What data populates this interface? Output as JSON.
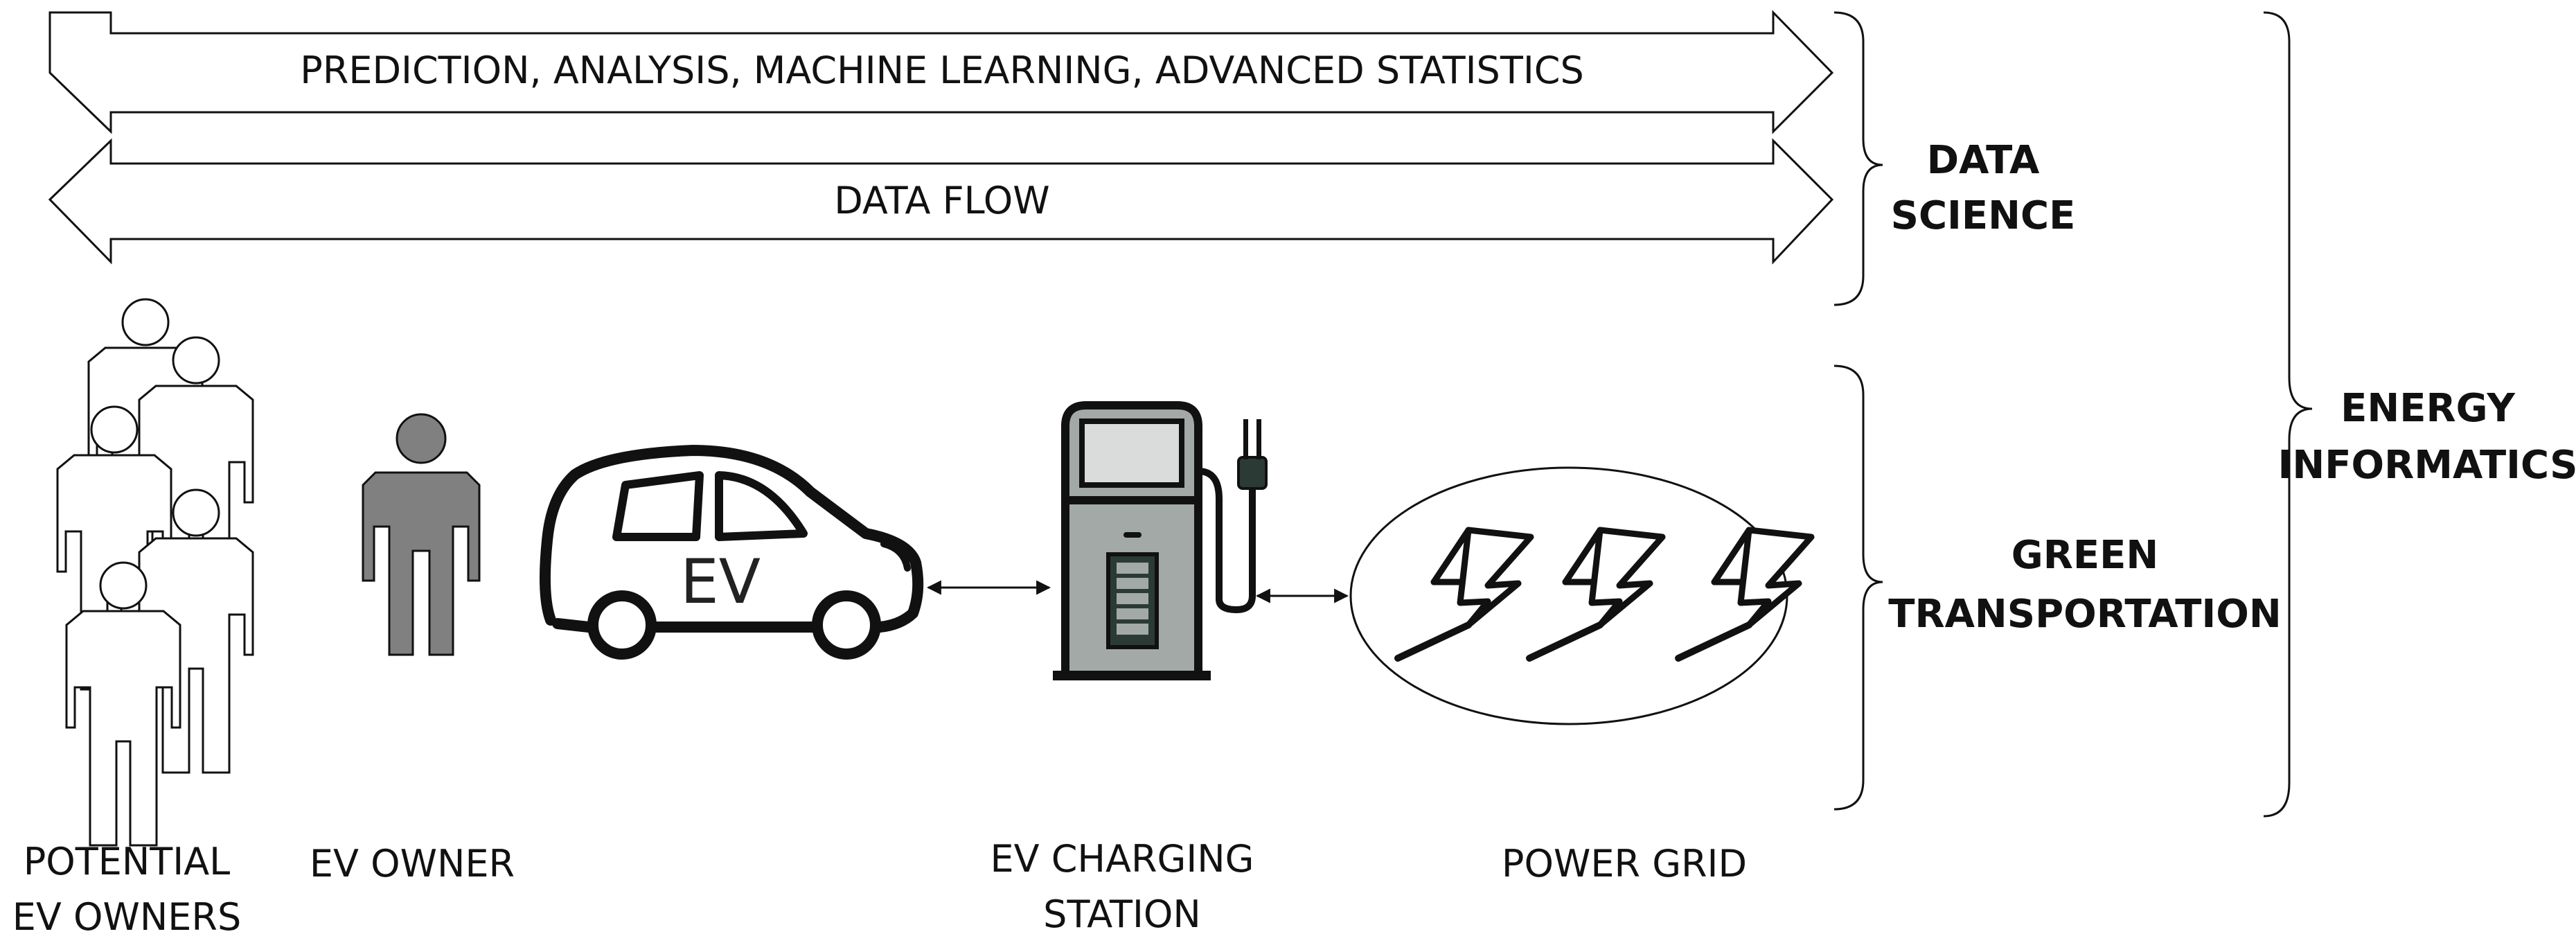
{
  "arrows": {
    "top_label": "PREDICTION, ANALYSIS, MACHINE LEARNING, ADVANCED STATISTICS",
    "bottom_label": "DATA FLOW"
  },
  "categories": {
    "data_science": {
      "line1": "DATA",
      "line2": "SCIENCE"
    },
    "green_transportation": {
      "line1": "GREEN",
      "line2": "TRANSPORTATION"
    },
    "energy_informatics": {
      "line1": "ENERGY",
      "line2": "INFORMATICS"
    }
  },
  "nodes": {
    "potential_owners": {
      "line1": "POTENTIAL",
      "line2": "EV OWNERS"
    },
    "ev_owner": {
      "line1": "EV OWNER"
    },
    "car": {
      "badge": "EV"
    },
    "charging_station": {
      "line1": "EV CHARGING",
      "line2": "STATION"
    },
    "power_grid": {
      "line1": "POWER GRID"
    }
  },
  "colors": {
    "outline": "#111111",
    "owner_fill": "#808080",
    "station_fill": "#a3a9a6",
    "screen_fill": "#d9dcda",
    "battery_fill": "#2b3a35"
  }
}
